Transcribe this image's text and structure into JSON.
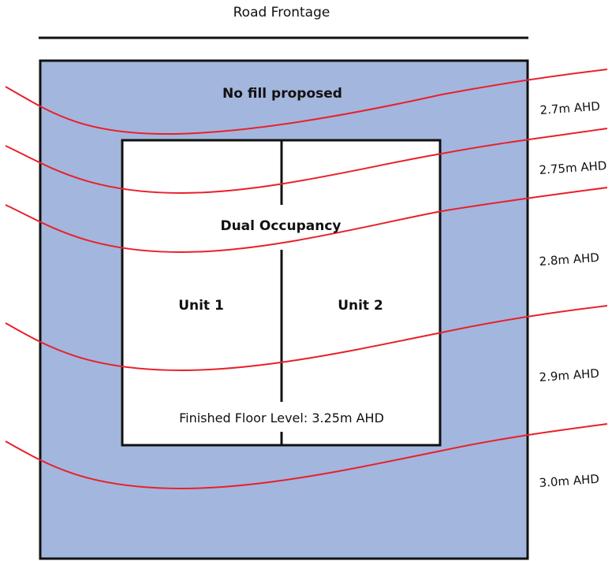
{
  "road": {
    "label": "Road Frontage"
  },
  "site": {
    "fill_label": "No fill proposed",
    "fill_color": "#a3b6dd"
  },
  "building": {
    "title": "Dual Occupancy",
    "unit_left": "Unit 1",
    "unit_right": "Unit 2",
    "floor_level": "Finished Floor Level: 3.25m AHD"
  },
  "contours": {
    "color": "#e8202a",
    "labels": [
      "2.7m AHD",
      "2.75m AHD",
      "2.8m AHD",
      "2.9m AHD",
      "3.0m AHD"
    ]
  }
}
